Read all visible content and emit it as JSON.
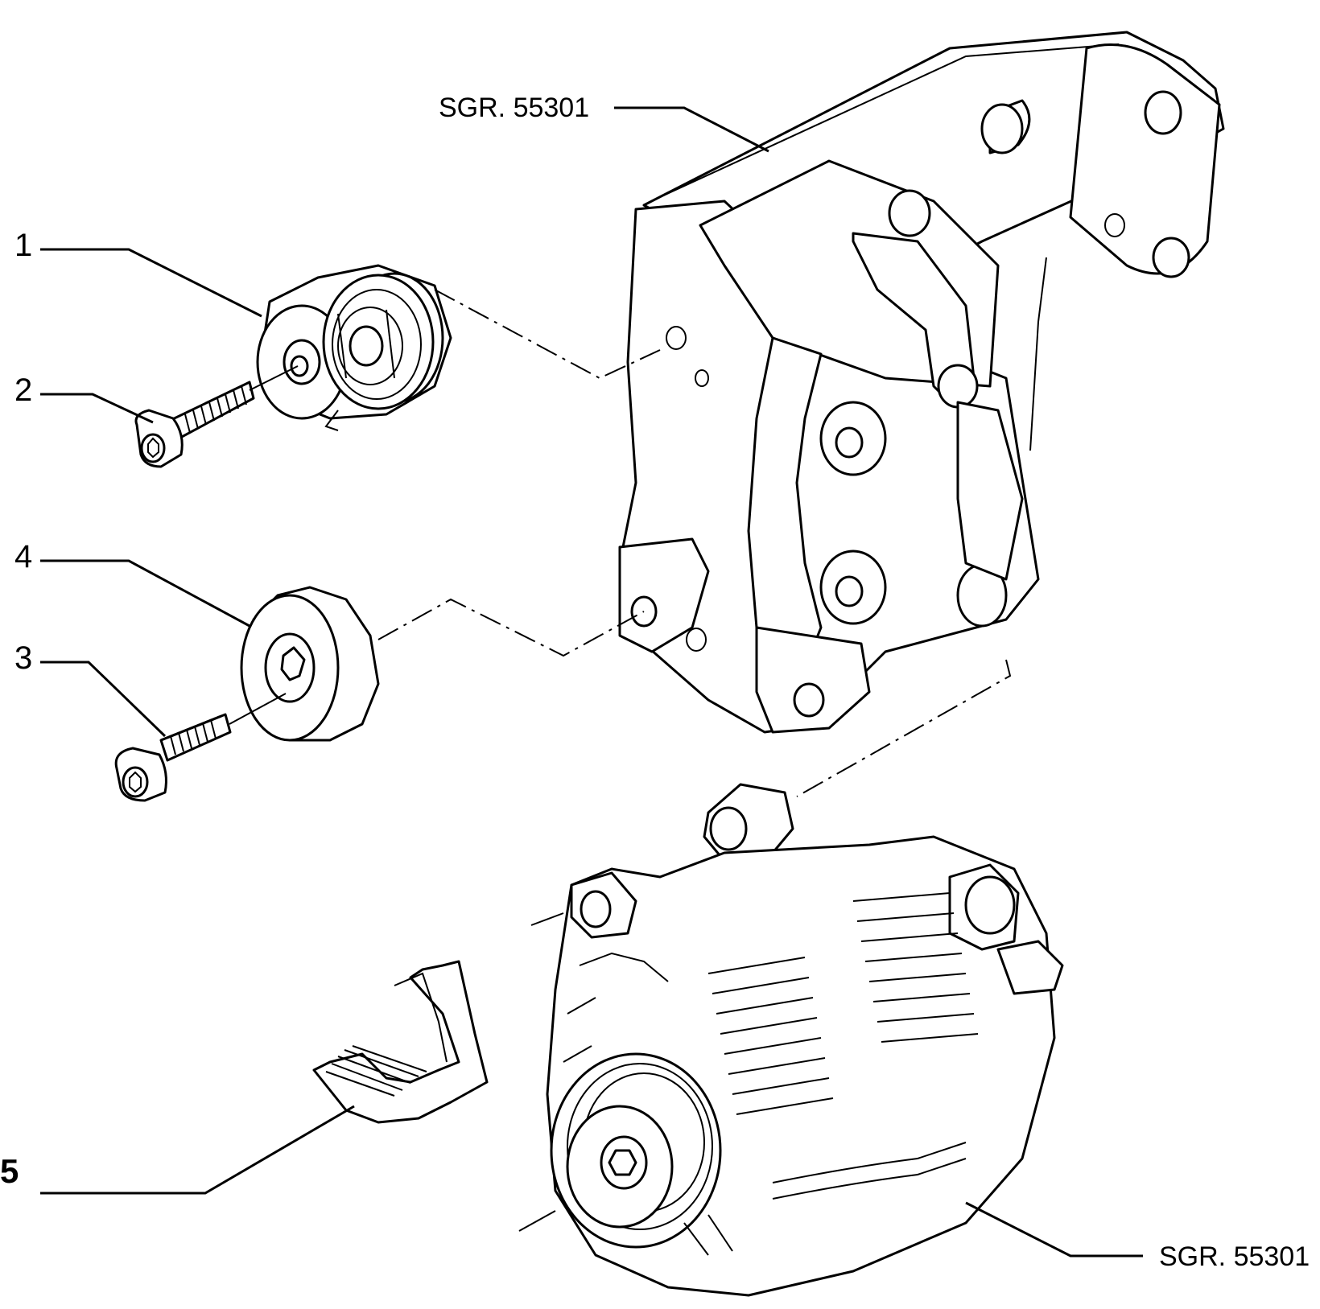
{
  "callouts": {
    "c1": "1",
    "c2": "2",
    "c3": "3",
    "c4": "4",
    "c5": "5",
    "ref_top": "SGR. 55301",
    "ref_bottom": "SGR. 55301"
  },
  "colors": {
    "line": "#000000",
    "background": "#ffffff"
  }
}
